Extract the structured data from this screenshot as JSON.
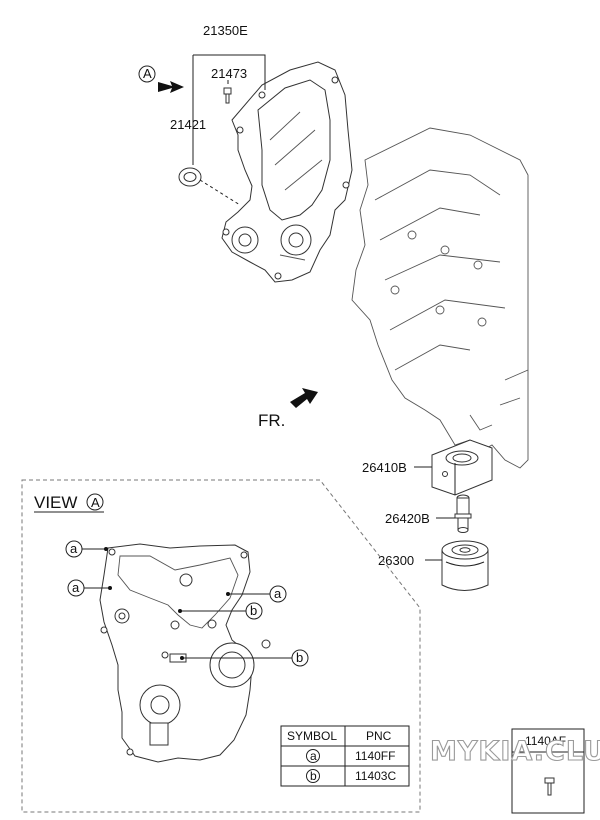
{
  "callouts": {
    "cover_assy": "21350E",
    "bolt": "21473",
    "seal": "21421",
    "oil_cooler": "26410B",
    "fitting": "26420B",
    "oil_filter": "26300",
    "front_marker": "FR.",
    "arrow_marker": "A"
  },
  "view_box": {
    "title": "VIEW",
    "circle_letter": "A",
    "refs": [
      "a",
      "a",
      "a",
      "b",
      "b"
    ]
  },
  "symbol_table": {
    "headers": [
      "SYMBOL",
      "PNC"
    ],
    "rows": [
      {
        "symbol": "a",
        "pnc": "1140FF"
      },
      {
        "symbol": "b",
        "pnc": "11403C"
      }
    ]
  },
  "fastener_box": {
    "title": "1140AF"
  },
  "watermark": "MYKIA.CLUB"
}
